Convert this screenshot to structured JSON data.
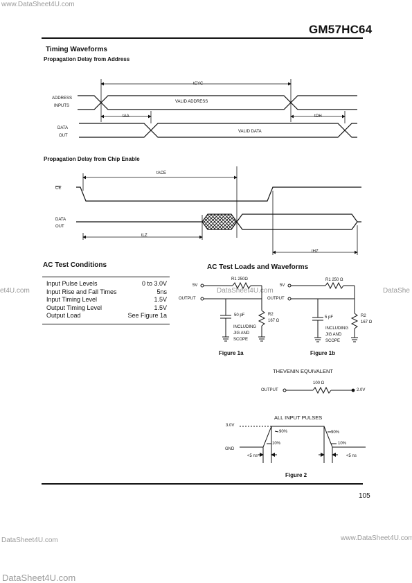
{
  "header": {
    "watermark_top": "www.DataSheet4U.com",
    "part_number": "GM57HC64"
  },
  "timing": {
    "title": "Timing Waveforms",
    "addr_title": "Propagation Delay from Address",
    "address_label_1": "ADDRESS",
    "address_label_2": "INPUTS",
    "data_label_1": "DATA",
    "data_label_2": "OUT",
    "valid_address": "VALID ADDRESS",
    "valid_data": "VALID DATA",
    "tcyc": "tCYC",
    "taa": "tAA",
    "toh": "tOH",
    "ce_title": "Propagation Delay from Chip Enable",
    "ce_label": "CE",
    "tace": "tACE",
    "tlz": "tLZ",
    "thz": "tHZ"
  },
  "ac_conditions": {
    "title": "AC Test Conditions",
    "rows": [
      {
        "param": "Input Pulse Levels",
        "value": "0 to 3.0V"
      },
      {
        "param": "Input Rise and Fall Times",
        "value": "5ns"
      },
      {
        "param": "Input Timing Level",
        "value": "1.5V"
      },
      {
        "param": "Output Timing Level",
        "value": "1.5V"
      },
      {
        "param": "Output Load",
        "value": "See Figure 1a"
      }
    ]
  },
  "ac_loads": {
    "title": "AC Test Loads and Waveforms",
    "fig1a": {
      "r1": "R1 250Ω",
      "v5": "5V",
      "output": "OUTPUT",
      "cap": "50 pF",
      "r2_1": "R2",
      "r2_2": "167 Ω",
      "jig_1": "INCLUDING",
      "jig_2": "JIG AND",
      "jig_3": "SCOPE",
      "caption": "Figure 1a"
    },
    "fig1b": {
      "r1": "R1 250 Ω",
      "v5": "5V",
      "output": "OUTPUT",
      "cap": "5 pF",
      "r2_1": "R2",
      "r2_2": "167 Ω",
      "jig_1": "INCLUDING",
      "jig_2": "JIG AND",
      "jig_3": "SCOPE",
      "caption": "Figure 1b"
    },
    "thevenin": {
      "title": "THEVENIN EQUIVALENT",
      "output": "OUTPUT",
      "r": "100 Ω",
      "v": "2.0V"
    },
    "pulses": {
      "title": "ALL INPUT PULSES",
      "v3": "3.0V",
      "gnd": "GND",
      "p90a": "90%",
      "p10a": "10%",
      "p90b": "90%",
      "p10b": "10%",
      "t5a": "<5 ns",
      "t5b": "<5 ns",
      "caption": "Figure 2"
    }
  },
  "footer": {
    "page": "105",
    "wm_left_mid": "et4U.com",
    "wm_right_mid": "DataShe",
    "wm_center_mid": "DataSheet4U.com",
    "wm_left_bottom": "DataSheet4U.com",
    "wm_right_bottom": "www.DataSheet4U.com",
    "wm_bottom_big": "DataSheet4U.com"
  }
}
